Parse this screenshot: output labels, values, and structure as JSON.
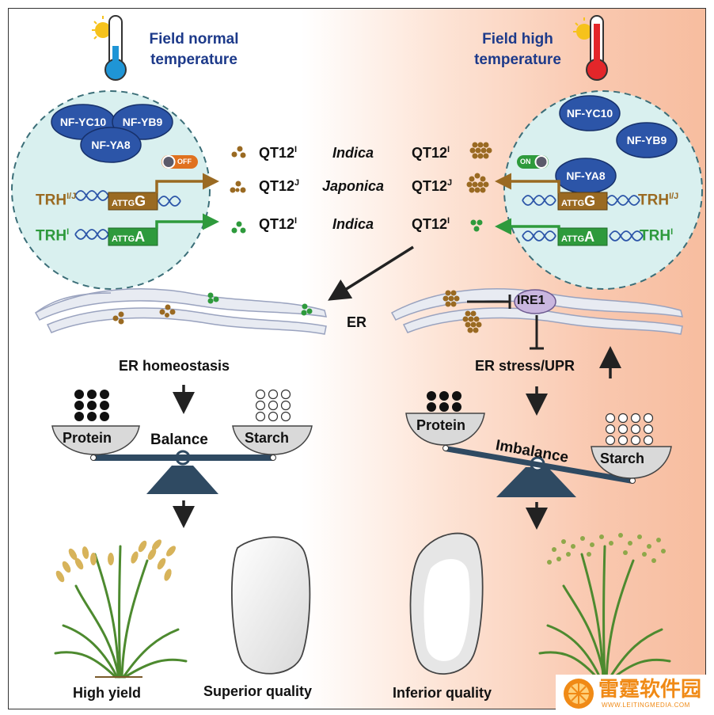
{
  "left_header": {
    "line1": "Field normal",
    "line2": "temperature"
  },
  "right_header": {
    "line1": "Field high",
    "line2": "temperature"
  },
  "complex_left": {
    "c1": "NF-YC10",
    "c2": "NF-YB9",
    "c3": "NF-YA8",
    "switch": "OFF"
  },
  "complex_right": {
    "c1": "NF-YC10",
    "c2": "NF-YB9",
    "c3": "NF-YA8",
    "switch": "ON"
  },
  "genes": {
    "trh_ij": {
      "base": "TRH",
      "sup": "I/J",
      "motif": "ATTG",
      "allele": "G"
    },
    "trh_i": {
      "base": "TRH",
      "sup": "I",
      "motif": "ATTG",
      "allele": "A"
    }
  },
  "rows": [
    {
      "left_base": "QT12",
      "left_sup": "I",
      "species": "Indica",
      "right_base": "QT12",
      "right_sup": "I"
    },
    {
      "left_base": "QT12",
      "left_sup": "J",
      "species": "Japonica",
      "right_base": "QT12",
      "right_sup": "J"
    },
    {
      "left_base": "QT12",
      "left_sup": "I",
      "species": "Indica",
      "right_base": "QT12",
      "right_sup": "I"
    }
  ],
  "er_label": "ER",
  "ire1": "IRE1",
  "er_homeostasis": "ER homeostasis",
  "er_stress": "ER stress/UPR",
  "left_scale": {
    "protein": "Protein",
    "starch": "Starch",
    "state": "Balance"
  },
  "right_scale": {
    "protein": "Protein",
    "starch": "Starch",
    "state": "Imbalance"
  },
  "outcomes": {
    "high_yield": "High yield",
    "superior_quality": "Superior quality",
    "inferior_quality": "Inferior quality"
  },
  "watermark": {
    "name": "雷霆软件园",
    "url": "WWW.LEITINGMEDIA.COM"
  },
  "colors": {
    "navy": "#2c55a8",
    "brown": "#9a6a22",
    "green": "#2e9a3c",
    "cyan_bg": "#d9f0ef",
    "balance": "#2f4a62",
    "ire1": "#c9b6df",
    "logo": "#f08a16"
  }
}
